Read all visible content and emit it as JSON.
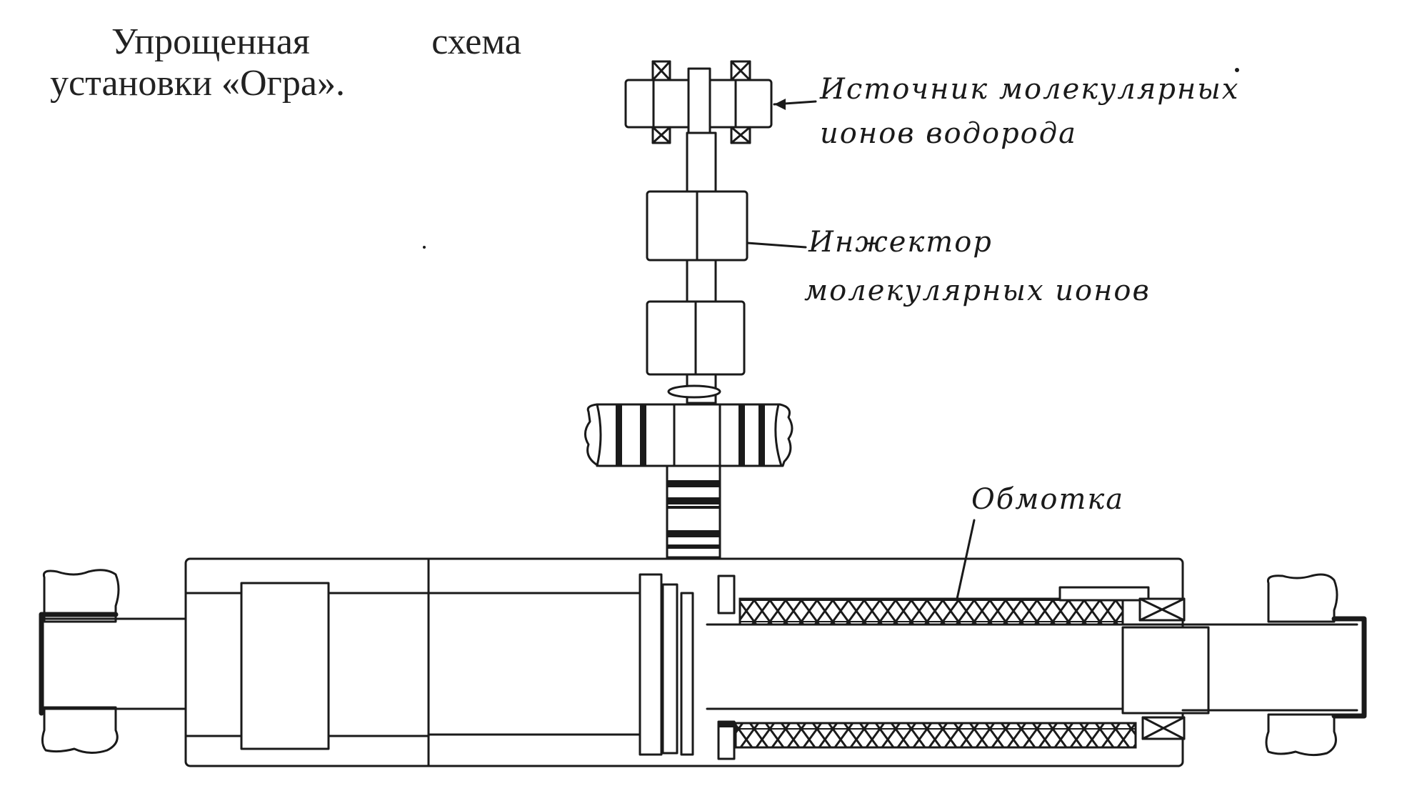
{
  "caption": {
    "line1_word1": "Упрощенная",
    "line1_word2": "схема",
    "line2": "установки «Огра»."
  },
  "labels": {
    "source_line1": "Источник молекулярных",
    "source_line2": "ионов водорода",
    "injector_line1": "Инжектор",
    "injector_line2": "молекулярных ионов",
    "winding": "Обмотка"
  },
  "colors": {
    "ink": "#1a1a1a",
    "paper": "#ffffff"
  }
}
